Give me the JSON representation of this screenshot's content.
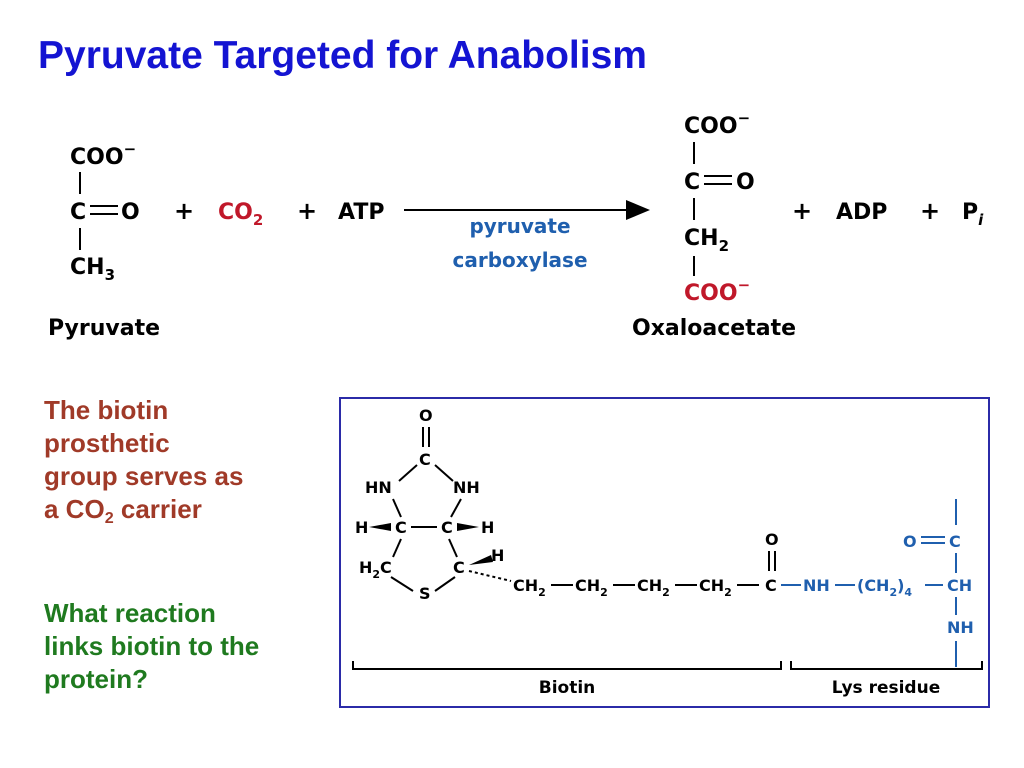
{
  "title": "Pyruvate Targeted for Anabolism",
  "colors": {
    "title": "#1414d2",
    "co2_red": "#c0182a",
    "enzyme_blue": "#1f5fae",
    "lys_blue": "#1f5fae",
    "note_biotin": "#a03a28",
    "note_question": "#1f7a1f",
    "box_border": "#2b2ba8"
  },
  "reaction": {
    "pyruvate": {
      "coo": "COO",
      "charge": "−",
      "co_c": "C",
      "co_o": "O",
      "ch3": "CH",
      "ch3_sub": "3",
      "name": "Pyruvate"
    },
    "plus": "+",
    "co2": "CO",
    "co2_sub": "2",
    "atp": "ATP",
    "enzyme_line1": "pyruvate",
    "enzyme_line2": "carboxylase",
    "oxaloacetate": {
      "coo_top": "COO",
      "c": "C",
      "o": "O",
      "ch2": "CH",
      "ch2_sub": "2",
      "coo_bottom": "COO",
      "charge": "−",
      "name": "Oxaloacetate"
    },
    "adp": "ADP",
    "pi": "P",
    "pi_sub": "i"
  },
  "notes": {
    "biotin_line1": "The biotin",
    "biotin_line2": "prosthetic",
    "biotin_line3": "group serves as",
    "biotin_line4_pre": "a CO",
    "biotin_line4_sub": "2",
    "biotin_line4_post": " carrier",
    "question_line1": "What reaction",
    "question_line2": "links biotin to the",
    "question_line3": "protein?"
  },
  "biotin_structure": {
    "o": "O",
    "c": "C",
    "hn": "HN",
    "nh": "NH",
    "h": "H",
    "h2c": "H",
    "h2c_sub": "2",
    "h2c_c": "C",
    "s": "S",
    "ch2": "CH",
    "ch2_sub": "2",
    "label": "Biotin"
  },
  "lys_structure": {
    "o": "O",
    "c": "C",
    "nh": "NH",
    "ch2": "(CH",
    "ch2_sub": "2",
    "ch2_close": ")",
    "count": "4",
    "ch": "CH",
    "label": "Lys residue"
  }
}
